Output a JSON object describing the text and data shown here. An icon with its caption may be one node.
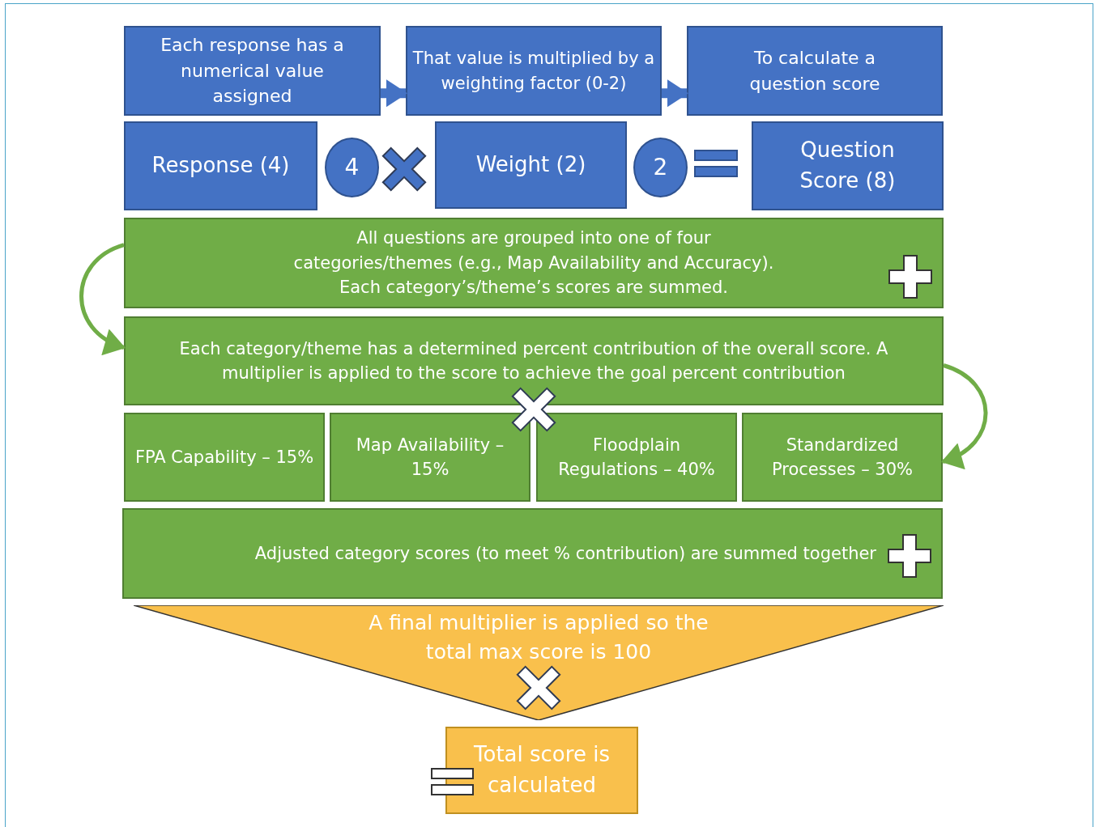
{
  "diagram": {
    "nodes": [
      {
        "text": [
          "Each response has a numerical value assigned"
        ]
      },
      {
        "text": [
          "That value is multiplied by a weighting factor (0-2)"
        ]
      },
      {
        "text": [
          "To calculate a question score"
        ]
      },
      {
        "text": [
          "Response (4)"
        ]
      },
      {
        "text": [
          "4"
        ]
      },
      {
        "text": [
          "Weight (2)"
        ]
      },
      {
        "text": [
          "2"
        ]
      },
      {
        "text": [
          "Question Score (8)"
        ]
      },
      {
        "text": [
          "All questions are grouped into one of four categories/themes (e.g., Map Availability and Accuracy). Each category’s/theme’s scores are summed."
        ]
      },
      {
        "text": [
          "Each category/theme has a determined percent contribution of the overall score. A multiplier is applied to the score to achieve the goal percent contribution"
        ]
      },
      {
        "text": [
          "FPA Capability – 15%"
        ]
      },
      {
        "text": [
          "Map Availability – 15%"
        ]
      },
      {
        "text": [
          "Floodplain Regulations – 40%"
        ]
      },
      {
        "text": [
          "Standardized Processes – 30%"
        ]
      },
      {
        "text": [
          "Adjusted category scores (to meet % contribution) are summed together"
        ]
      },
      {
        "text": [
          "A final multiplier is applied so the total max score is 100"
        ]
      },
      {
        "text": [
          "Total score is calculated"
        ]
      }
    ],
    "edges": [
      {
        "from": 0,
        "to": 1,
        "arrow": "to",
        "style": "thick"
      },
      {
        "from": 1,
        "to": 2,
        "arrow": "to",
        "style": "thick"
      },
      {
        "from": 8,
        "to": 9,
        "arrow": "to",
        "color": "#70ad47"
      },
      {
        "from": 9,
        "to": 13,
        "arrow": "to",
        "color": "#70ad47"
      }
    ]
  }
}
